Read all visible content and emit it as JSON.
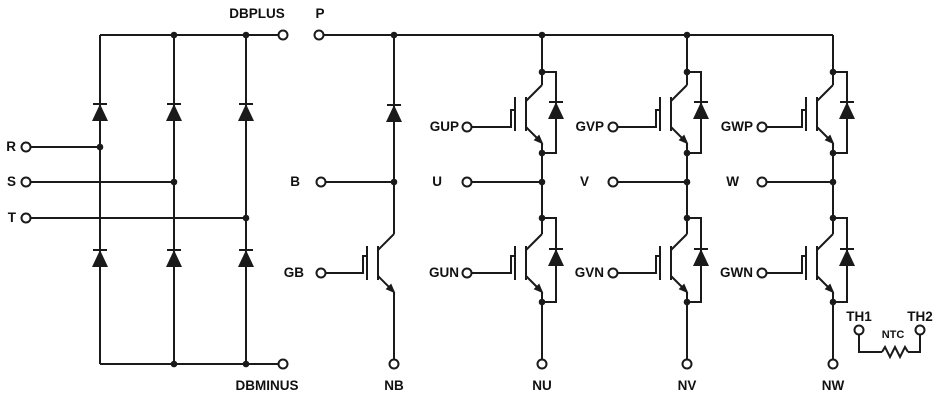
{
  "schematic": {
    "kind": "power-module circuit: 3-phase diode rectifier, brake chopper, 3-phase IGBT inverter, NTC thermistor",
    "line_color": "#1a1a1a",
    "background_color": "#ffffff",
    "text_color": "#111111"
  },
  "rectifier": {
    "phase_inputs": {
      "r": "R",
      "s": "S",
      "t": "T"
    },
    "dc_terminals": {
      "plus": "DBPLUS",
      "minus": "DBMINUS"
    }
  },
  "bus": {
    "positive": "P"
  },
  "brake_chopper": {
    "collector": "B",
    "gate": "GB",
    "emitter": "NB"
  },
  "inverter": {
    "leg_u": {
      "gate_high": "GUP",
      "output": "U",
      "gate_low": "GUN",
      "neg": "NU"
    },
    "leg_v": {
      "gate_high": "GVP",
      "output": "V",
      "gate_low": "GVN",
      "neg": "NV"
    },
    "leg_w": {
      "gate_high": "GWP",
      "output": "W",
      "gate_low": "GWN",
      "neg": "NW"
    }
  },
  "thermistor": {
    "pin1": "TH1",
    "pin2": "TH2",
    "part": "NTC"
  }
}
